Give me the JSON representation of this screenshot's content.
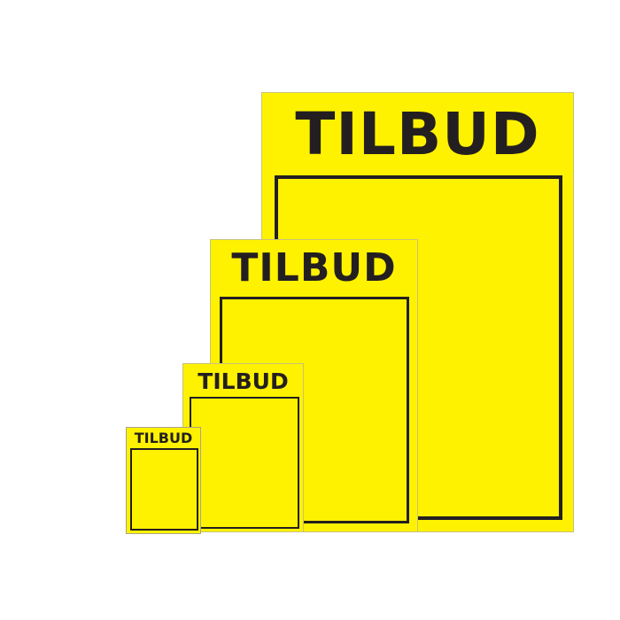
{
  "image": {
    "background": "#ffffff",
    "sign_color": "#fff200",
    "text_color": "#231f20"
  },
  "signs": [
    {
      "size": "xlarge",
      "title": "TILBUD"
    },
    {
      "size": "large",
      "title": "TILBUD"
    },
    {
      "size": "medium",
      "title": "TILBUD"
    },
    {
      "size": "small",
      "title": "TILBUD"
    }
  ]
}
